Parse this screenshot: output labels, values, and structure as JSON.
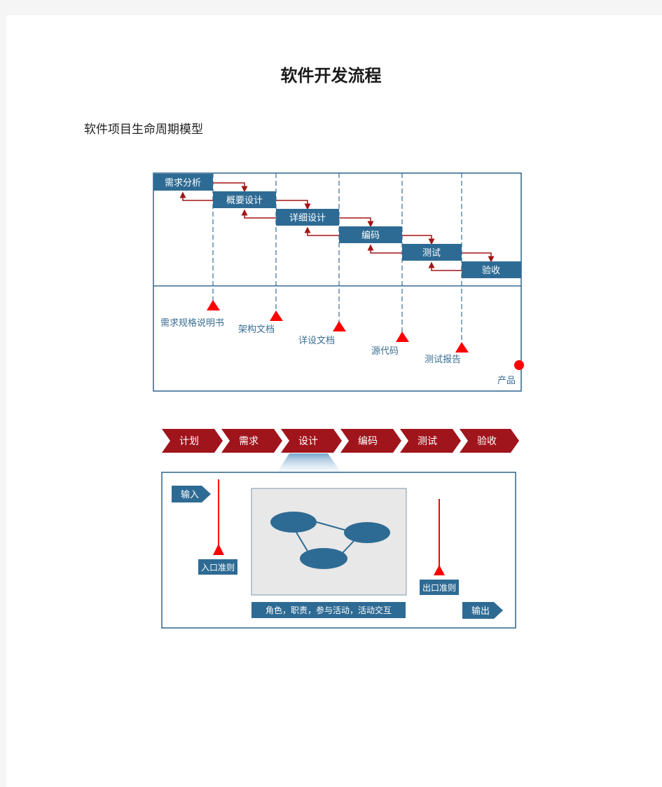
{
  "document": {
    "title": "软件开发流程",
    "subtitle": "软件项目生命周期模型"
  },
  "lifecycle": {
    "phases": [
      "需求分析",
      "概要设计",
      "详细设计",
      "编码",
      "测试",
      "验收"
    ],
    "deliverables": [
      "需求规格说明书",
      "架构文档",
      "详设文档",
      "源代码",
      "测试报告"
    ],
    "product": "产品",
    "colors": {
      "phase": "#2e6b94",
      "arrow": "#a31515",
      "marker": "#ff0000",
      "frame": "#3a6d92"
    }
  },
  "process": {
    "steps": [
      "计划",
      "需求",
      "设计",
      "编码",
      "测试",
      "验收"
    ],
    "input": "输入",
    "output": "输出",
    "entry_criteria": "入口准则",
    "exit_criteria": "出口准则",
    "activities": "角色，职责，参与活动，活动交互",
    "colors": {
      "step": "#a0141c",
      "panel": "#2e6b94"
    }
  }
}
